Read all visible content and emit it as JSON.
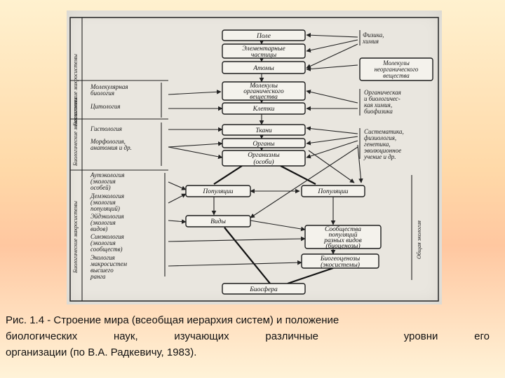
{
  "caption": {
    "line1": "Рис. 1.4 - Строение мира (всеобщая иерархия систем) и положение",
    "line2_words": [
      "биологических",
      "наук,",
      "изучающих",
      "различные",
      "уровни",
      "его"
    ],
    "line3": "организации (по В.А. Радкевичу, 1983)."
  },
  "levels": {
    "field": "Поле",
    "elementary_1": "Элементарные",
    "elementary_2": "частицы",
    "atoms": "Атомы",
    "molecules_1": "Молекулы",
    "molecules_2": "органического",
    "molecules_3": "вещества",
    "cells": "Клетки",
    "tissues": "Ткани",
    "organs": "Органы",
    "organisms_1": "Организмы",
    "organisms_2": "(особи)",
    "populations_left": "Популяции",
    "populations_right": "Популяции",
    "species": "Виды",
    "communities_1": "Сообщества",
    "communities_2": "популяций",
    "communities_3": "разных видов",
    "communities_4": "(биоценозы)",
    "biogeocenoses_1": "Биогеоценозы",
    "biogeocenoses_2": "(экосистемы)",
    "biosphere": "Биосфера"
  },
  "left_sciences": {
    "mol_bio_1": "Молекулярная",
    "mol_bio_2": "биология",
    "cytology": "Цитология",
    "histology": "Гистология",
    "morph_1": "Морфология,",
    "morph_2": "анатомия и др.",
    "auteco_1": "Аутэкология",
    "auteco_2": "(экология",
    "auteco_3": "особей)",
    "demeco_1": "Демэкология",
    "demeco_2": "(экология",
    "demeco_3": "популяций)",
    "eideco_1": "Эйдэкология",
    "eideco_2": "(экология",
    "eideco_3": "видов)",
    "syneco_1": "Синэкология",
    "syneco_2": "(экология",
    "syneco_3": "сообществ)",
    "macro_1": "Экология",
    "macro_2": "макросистем",
    "macro_3": "высшего",
    "macro_4": "ранга"
  },
  "right_sciences": {
    "physics_1": "Физика,",
    "physics_2": "химия",
    "mol_1": "Молекулы",
    "mol_2": "неорганического",
    "mol_3": "вещества",
    "chem_1": "Органическая",
    "chem_2": "и биологичес-",
    "chem_3": "кая химия,",
    "chem_4": "биофизика",
    "syst_1": "Систематика,",
    "syst_2": "физиология,",
    "syst_3": "генетика,",
    "syst_4": "эволюционное",
    "syst_5": "учение и др."
  },
  "side_labels": {
    "micro": "Биологические микросистемы",
    "meso": "Биологические мезосистемы",
    "macro": "Биологические макросистемы",
    "general_ecology": "Общая экология"
  }
}
